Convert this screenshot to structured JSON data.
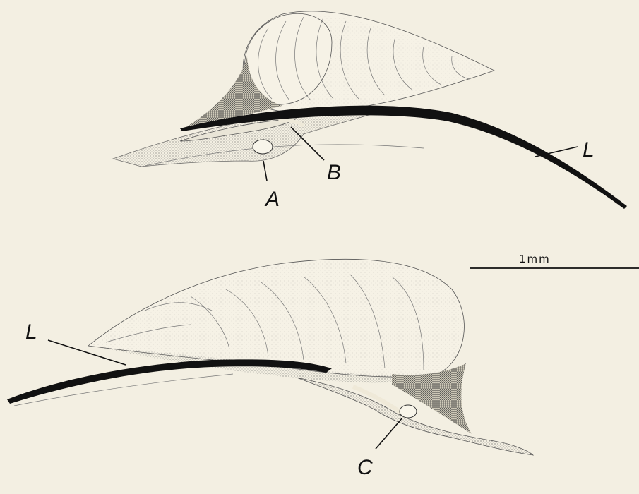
{
  "labels": {
    "a": "A",
    "b": "B",
    "c": "C",
    "l_top": "L",
    "l_bottom": "L"
  },
  "scale_bar": {
    "text": "1mm"
  },
  "colors": {
    "background": "#f3efe2",
    "ink": "#111111",
    "stipple": "#6b6b6b"
  }
}
